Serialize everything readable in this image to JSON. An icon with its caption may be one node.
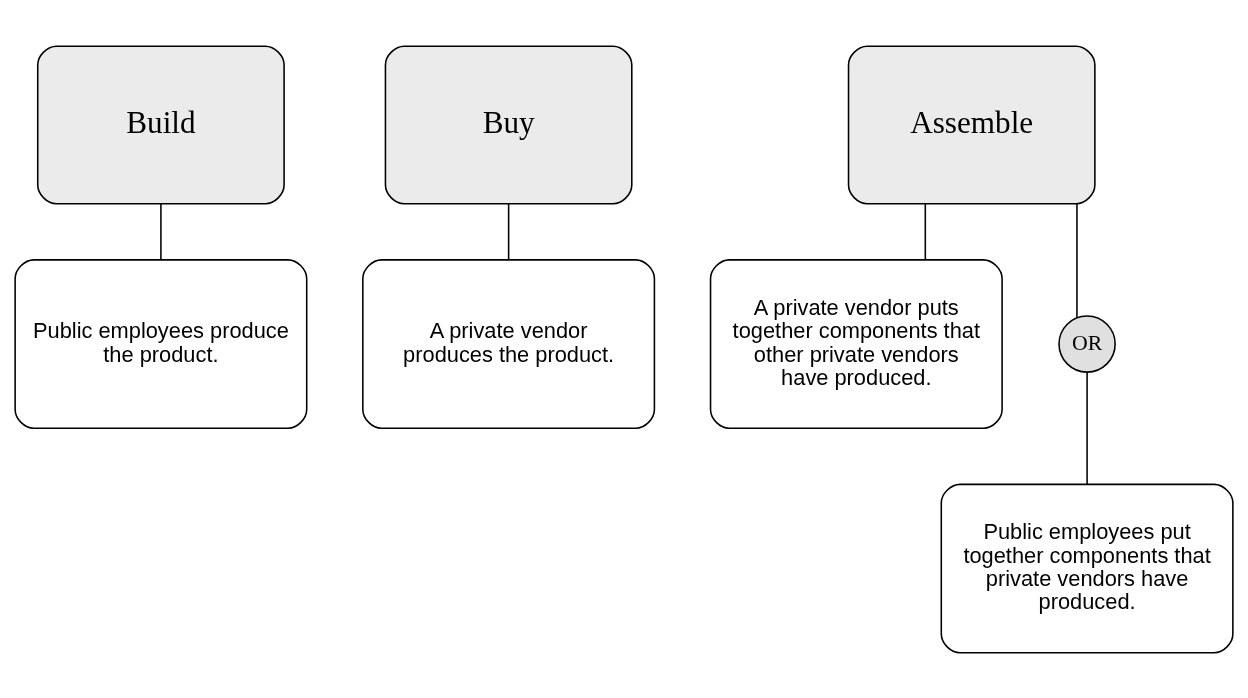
{
  "diagram": {
    "nodes": [
      {
        "text": [
          "Build"
        ]
      },
      {
        "text": [
          "Buy"
        ]
      },
      {
        "text": [
          "Assemble"
        ]
      },
      {
        "text": [
          "Public employees produce the product."
        ]
      },
      {
        "text": [
          "A private vendor produces the product."
        ]
      },
      {
        "text": [
          "A private vendor puts together components that other private vendors have produced."
        ]
      },
      {
        "text": [
          "OR"
        ]
      },
      {
        "text": [
          "Public employees put together components that private vendors have produced."
        ]
      }
    ],
    "edges": [
      {
        "from": 0,
        "to": 3,
        "arrow": "none"
      },
      {
        "from": 1,
        "to": 4,
        "arrow": "none"
      },
      {
        "from": 2,
        "to": 5,
        "arrow": "none"
      },
      {
        "from": 2,
        "to": 6,
        "arrow": "none"
      },
      {
        "from": 6,
        "to": 7,
        "arrow": "none"
      }
    ]
  }
}
